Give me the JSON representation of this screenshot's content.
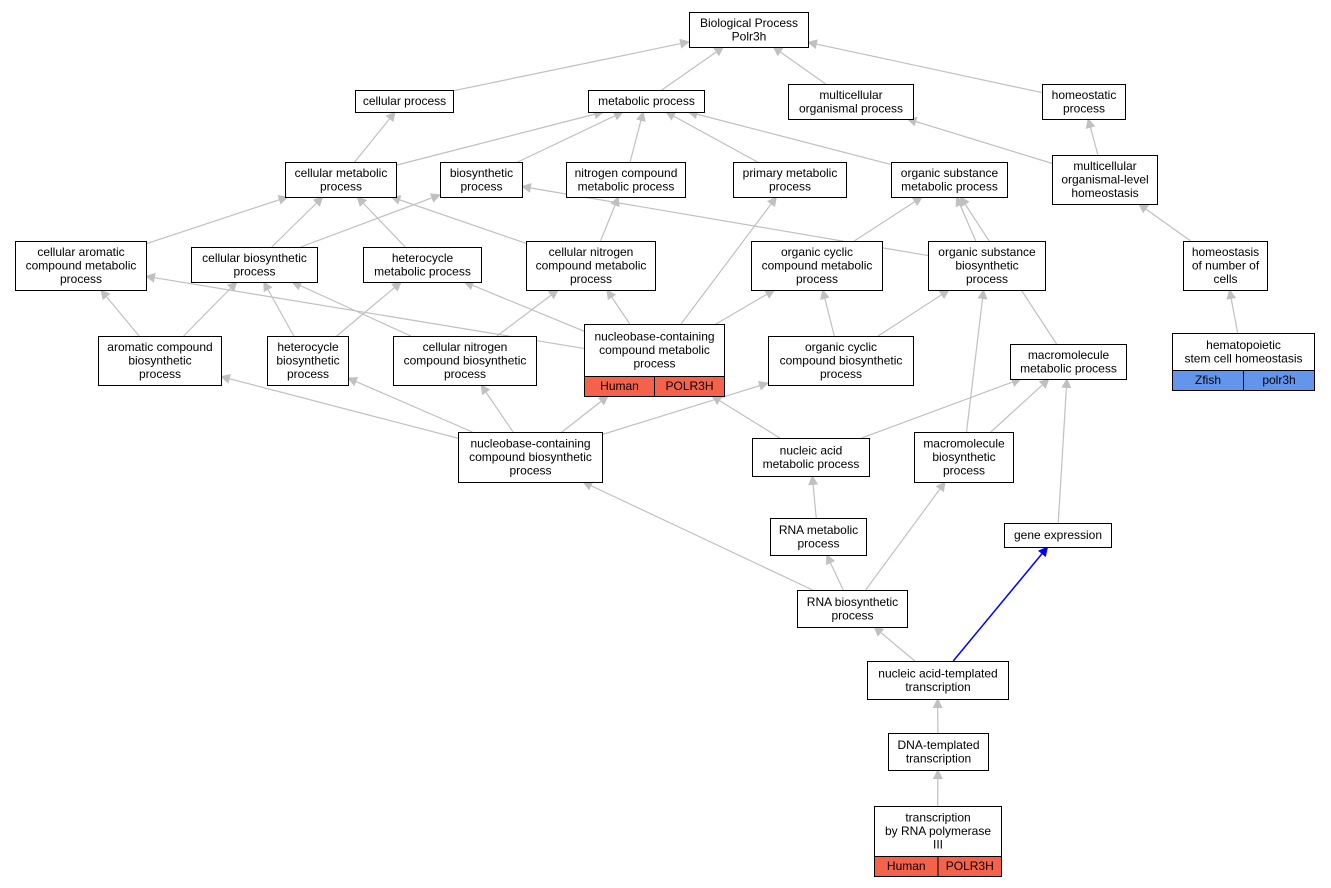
{
  "title": "Biological Process\nPolr3h",
  "colors": {
    "human": "#f4624b",
    "zfish": "#6495ed",
    "edge": "#c0c0c0",
    "highlight_edge": "#0000ff",
    "node_border": "#000000"
  },
  "nodes": [
    {
      "id": "root",
      "label": "Biological Process\nPolr3h"
    },
    {
      "id": "cellular_process",
      "label": "cellular process"
    },
    {
      "id": "metabolic_process",
      "label": "metabolic process"
    },
    {
      "id": "multicellular_organismal_process",
      "label": "multicellular\norganismal process"
    },
    {
      "id": "homeostatic_process",
      "label": "homeostatic\nprocess"
    },
    {
      "id": "cellular_metabolic_process",
      "label": "cellular metabolic\nprocess"
    },
    {
      "id": "biosynthetic_process",
      "label": "biosynthetic\nprocess"
    },
    {
      "id": "nitrogen_compound_metabolic_process",
      "label": "nitrogen compound\nmetabolic process"
    },
    {
      "id": "primary_metabolic_process",
      "label": "primary metabolic\nprocess"
    },
    {
      "id": "organic_substance_metabolic_process",
      "label": "organic substance\nmetabolic process"
    },
    {
      "id": "multicellular_organismal_level_homeostasis",
      "label": "multicellular\norganismal-level\nhomeostasis"
    },
    {
      "id": "cellular_aromatic_compound_metabolic_process",
      "label": "cellular aromatic\ncompound metabolic\nprocess"
    },
    {
      "id": "cellular_biosynthetic_process",
      "label": "cellular biosynthetic\nprocess"
    },
    {
      "id": "heterocycle_metabolic_process",
      "label": "heterocycle\nmetabolic process"
    },
    {
      "id": "cellular_nitrogen_compound_metabolic_process",
      "label": "cellular nitrogen\ncompound metabolic\nprocess"
    },
    {
      "id": "organic_cyclic_compound_metabolic_process",
      "label": "organic cyclic\ncompound metabolic\nprocess"
    },
    {
      "id": "organic_substance_biosynthetic_process",
      "label": "organic substance\nbiosynthetic\nprocess"
    },
    {
      "id": "homeostasis_of_number_of_cells",
      "label": "homeostasis\nof number of\ncells"
    },
    {
      "id": "aromatic_compound_biosynthetic_process",
      "label": "aromatic compound\nbiosynthetic\nprocess"
    },
    {
      "id": "heterocycle_biosynthetic_process",
      "label": "heterocycle\nbiosynthetic\nprocess"
    },
    {
      "id": "cellular_nitrogen_compound_biosynthetic_process",
      "label": "cellular nitrogen\ncompound biosynthetic\nprocess"
    },
    {
      "id": "nucleobase_containing_compound_metabolic_process",
      "label": "nucleobase-containing\ncompound metabolic\nprocess",
      "species": "Human",
      "gene": "POLR3H"
    },
    {
      "id": "organic_cyclic_compound_biosynthetic_process",
      "label": "organic cyclic\ncompound biosynthetic\nprocess"
    },
    {
      "id": "macromolecule_metabolic_process",
      "label": "macromolecule\nmetabolic process"
    },
    {
      "id": "hematopoietic_stem_cell_homeostasis",
      "label": "hematopoietic\nstem cell homeostasis",
      "species": "Zfish",
      "gene": "polr3h"
    },
    {
      "id": "nucleobase_containing_compound_biosynthetic_process",
      "label": "nucleobase-containing\ncompound biosynthetic\nprocess"
    },
    {
      "id": "nucleic_acid_metabolic_process",
      "label": "nucleic acid\nmetabolic process"
    },
    {
      "id": "macromolecule_biosynthetic_process",
      "label": "macromolecule\nbiosynthetic\nprocess"
    },
    {
      "id": "rna_metabolic_process",
      "label": "RNA metabolic\nprocess"
    },
    {
      "id": "gene_expression",
      "label": "gene expression"
    },
    {
      "id": "rna_biosynthetic_process",
      "label": "RNA biosynthetic\nprocess"
    },
    {
      "id": "nucleic_acid_templated_transcription",
      "label": "nucleic acid-templated\ntranscription"
    },
    {
      "id": "dna_templated_transcription",
      "label": "DNA-templated\ntranscription"
    },
    {
      "id": "transcription_by_rna_polymerase_iii",
      "label": "transcription\nby RNA polymerase\nIII",
      "species": "Human",
      "gene": "POLR3H"
    }
  ],
  "edges": [
    {
      "from": "cellular_process",
      "to": "root"
    },
    {
      "from": "metabolic_process",
      "to": "root"
    },
    {
      "from": "multicellular_organismal_process",
      "to": "root"
    },
    {
      "from": "homeostatic_process",
      "to": "root"
    },
    {
      "from": "cellular_metabolic_process",
      "to": "cellular_process"
    },
    {
      "from": "cellular_metabolic_process",
      "to": "metabolic_process"
    },
    {
      "from": "biosynthetic_process",
      "to": "metabolic_process"
    },
    {
      "from": "nitrogen_compound_metabolic_process",
      "to": "metabolic_process"
    },
    {
      "from": "primary_metabolic_process",
      "to": "metabolic_process"
    },
    {
      "from": "organic_substance_metabolic_process",
      "to": "metabolic_process"
    },
    {
      "from": "multicellular_organismal_level_homeostasis",
      "to": "multicellular_organismal_process"
    },
    {
      "from": "multicellular_organismal_level_homeostasis",
      "to": "homeostatic_process"
    },
    {
      "from": "cellular_aromatic_compound_metabolic_process",
      "to": "cellular_metabolic_process"
    },
    {
      "from": "cellular_biosynthetic_process",
      "to": "cellular_metabolic_process"
    },
    {
      "from": "cellular_biosynthetic_process",
      "to": "biosynthetic_process"
    },
    {
      "from": "heterocycle_metabolic_process",
      "to": "cellular_metabolic_process"
    },
    {
      "from": "cellular_nitrogen_compound_metabolic_process",
      "to": "cellular_metabolic_process"
    },
    {
      "from": "cellular_nitrogen_compound_metabolic_process",
      "to": "nitrogen_compound_metabolic_process"
    },
    {
      "from": "organic_cyclic_compound_metabolic_process",
      "to": "organic_substance_metabolic_process"
    },
    {
      "from": "organic_substance_biosynthetic_process",
      "to": "organic_substance_metabolic_process"
    },
    {
      "from": "organic_substance_biosynthetic_process",
      "to": "biosynthetic_process"
    },
    {
      "from": "homeostasis_of_number_of_cells",
      "to": "multicellular_organismal_level_homeostasis"
    },
    {
      "from": "hematopoietic_stem_cell_homeostasis",
      "to": "homeostasis_of_number_of_cells"
    },
    {
      "from": "aromatic_compound_biosynthetic_process",
      "to": "cellular_aromatic_compound_metabolic_process"
    },
    {
      "from": "aromatic_compound_biosynthetic_process",
      "to": "cellular_biosynthetic_process"
    },
    {
      "from": "heterocycle_biosynthetic_process",
      "to": "cellular_biosynthetic_process"
    },
    {
      "from": "heterocycle_biosynthetic_process",
      "to": "heterocycle_metabolic_process"
    },
    {
      "from": "cellular_nitrogen_compound_biosynthetic_process",
      "to": "cellular_biosynthetic_process"
    },
    {
      "from": "cellular_nitrogen_compound_biosynthetic_process",
      "to": "cellular_nitrogen_compound_metabolic_process"
    },
    {
      "from": "nucleobase_containing_compound_metabolic_process",
      "to": "cellular_aromatic_compound_metabolic_process"
    },
    {
      "from": "nucleobase_containing_compound_metabolic_process",
      "to": "heterocycle_metabolic_process"
    },
    {
      "from": "nucleobase_containing_compound_metabolic_process",
      "to": "cellular_nitrogen_compound_metabolic_process"
    },
    {
      "from": "nucleobase_containing_compound_metabolic_process",
      "to": "primary_metabolic_process"
    },
    {
      "from": "nucleobase_containing_compound_metabolic_process",
      "to": "organic_cyclic_compound_metabolic_process"
    },
    {
      "from": "organic_cyclic_compound_biosynthetic_process",
      "to": "organic_cyclic_compound_metabolic_process"
    },
    {
      "from": "organic_cyclic_compound_biosynthetic_process",
      "to": "organic_substance_biosynthetic_process"
    },
    {
      "from": "macromolecule_metabolic_process",
      "to": "organic_substance_metabolic_process"
    },
    {
      "from": "nucleobase_containing_compound_biosynthetic_process",
      "to": "aromatic_compound_biosynthetic_process"
    },
    {
      "from": "nucleobase_containing_compound_biosynthetic_process",
      "to": "heterocycle_biosynthetic_process"
    },
    {
      "from": "nucleobase_containing_compound_biosynthetic_process",
      "to": "cellular_nitrogen_compound_biosynthetic_process"
    },
    {
      "from": "nucleobase_containing_compound_biosynthetic_process",
      "to": "nucleobase_containing_compound_metabolic_process"
    },
    {
      "from": "nucleobase_containing_compound_biosynthetic_process",
      "to": "organic_cyclic_compound_biosynthetic_process"
    },
    {
      "from": "nucleic_acid_metabolic_process",
      "to": "nucleobase_containing_compound_metabolic_process"
    },
    {
      "from": "nucleic_acid_metabolic_process",
      "to": "macromolecule_metabolic_process"
    },
    {
      "from": "macromolecule_biosynthetic_process",
      "to": "organic_substance_biosynthetic_process"
    },
    {
      "from": "macromolecule_biosynthetic_process",
      "to": "macromolecule_metabolic_process"
    },
    {
      "from": "rna_metabolic_process",
      "to": "nucleic_acid_metabolic_process"
    },
    {
      "from": "gene_expression",
      "to": "macromolecule_metabolic_process"
    },
    {
      "from": "rna_biosynthetic_process",
      "to": "nucleobase_containing_compound_biosynthetic_process"
    },
    {
      "from": "rna_biosynthetic_process",
      "to": "rna_metabolic_process"
    },
    {
      "from": "rna_biosynthetic_process",
      "to": "macromolecule_biosynthetic_process"
    },
    {
      "from": "nucleic_acid_templated_transcription",
      "to": "rna_biosynthetic_process"
    },
    {
      "from": "nucleic_acid_templated_transcription",
      "to": "gene_expression",
      "highlight": true
    },
    {
      "from": "dna_templated_transcription",
      "to": "nucleic_acid_templated_transcription"
    },
    {
      "from": "transcription_by_rna_polymerase_iii",
      "to": "dna_templated_transcription"
    }
  ]
}
